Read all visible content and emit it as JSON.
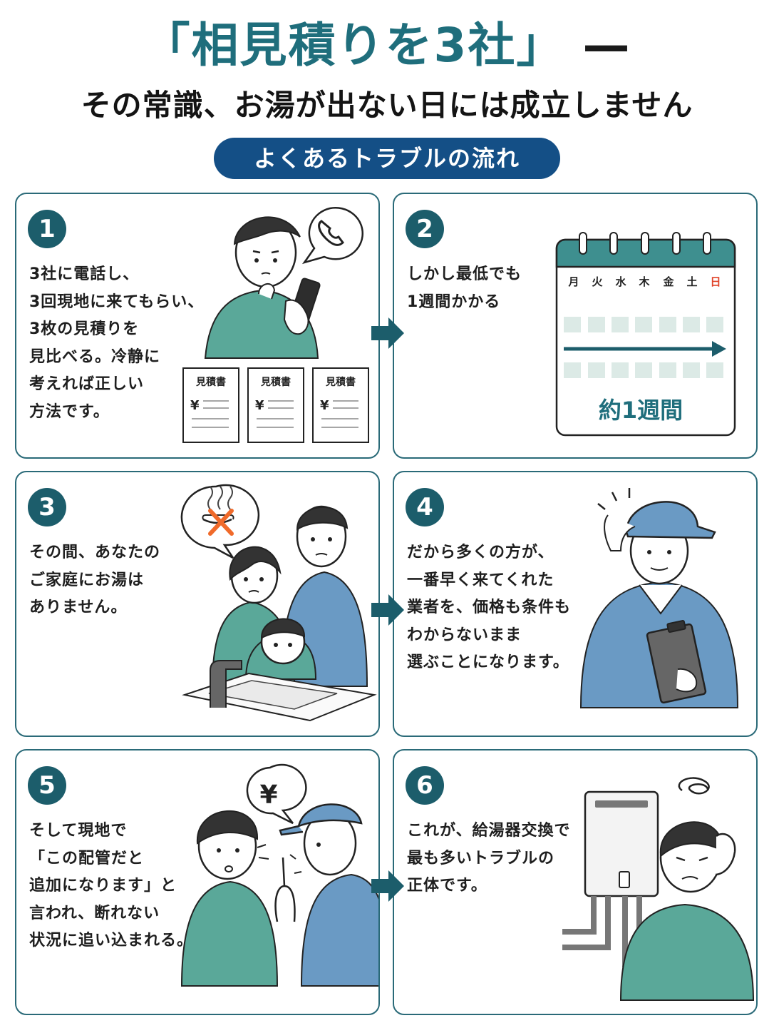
{
  "header": {
    "title": "「相見積りを3社」",
    "title_dash": "—",
    "subtitle": "その常識、お湯が出ない日には成立しません",
    "badge": "よくあるトラブルの流れ"
  },
  "steps": [
    {
      "number": "1",
      "lines": [
        "3社に電話し、",
        "3回現地に来てもらい、",
        "3枚の見積りを",
        "見比べる。冷静に",
        "考えれば正しい",
        "方法です。"
      ]
    },
    {
      "number": "2",
      "lines": [
        "しかし最低でも",
        "1週間かかる"
      ]
    },
    {
      "number": "3",
      "lines": [
        "その間、あなたの",
        "ご家庭にお湯は",
        "ありません。"
      ]
    },
    {
      "number": "4",
      "lines": [
        "だから多くの方が、",
        "一番早く来てくれた",
        "業者を、価格も条件も",
        "わからないまま",
        "選ぶことになります。"
      ]
    },
    {
      "number": "5",
      "lines": [
        "そして現地で",
        "「この配管だと",
        "追加になります」と",
        "言われ、断れない",
        "状況に追い込まれる。"
      ]
    },
    {
      "number": "6",
      "lines": [
        "これが、給湯器交換で",
        "最も多いトラブルの",
        "正体です。"
      ]
    }
  ],
  "estimates": {
    "doc_label": "見積書",
    "currency": "¥"
  },
  "calendar": {
    "days": [
      "月",
      "火",
      "水",
      "木",
      "金",
      "土",
      "日"
    ],
    "duration": "約1週間",
    "holiday_color": "#e0442a"
  },
  "bubble_yen": "¥",
  "colors": {
    "teal": "#1c5d6b",
    "navy": "#144f86",
    "shirt_teal": "#5aa899",
    "shirt_blue": "#6a9ac4",
    "cross": "#f06a2a"
  }
}
